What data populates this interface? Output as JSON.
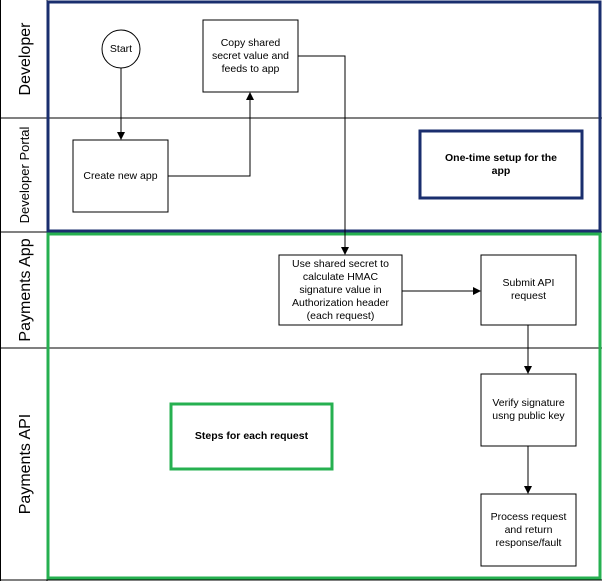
{
  "colors": {
    "setup_border": "#1a2e6e",
    "request_border": "#26b050",
    "line": "#000000",
    "lane_divider": "#000000"
  },
  "lanes": [
    {
      "id": "developer",
      "label": "Developer"
    },
    {
      "id": "developer-portal",
      "label": "Developer Portal"
    },
    {
      "id": "payments-app",
      "label": "Payments App"
    },
    {
      "id": "payments-api",
      "label": "Payments API"
    }
  ],
  "nodes": {
    "start": "Start",
    "copy_secret": "Copy shared secret value and feeds to app",
    "create_app": "Create new app",
    "hmac": "Use shared secret to calculate HMAC signature value in Authorization header (each request)",
    "submit": "Submit API request",
    "verify": "Verify signature usng public key",
    "process": "Process request and return response/fault"
  },
  "notes": {
    "setup": "One-time setup for the app",
    "request": "Steps for each request"
  },
  "groups": {
    "setup_name": "one-time-setup-group",
    "request_name": "per-request-group"
  }
}
